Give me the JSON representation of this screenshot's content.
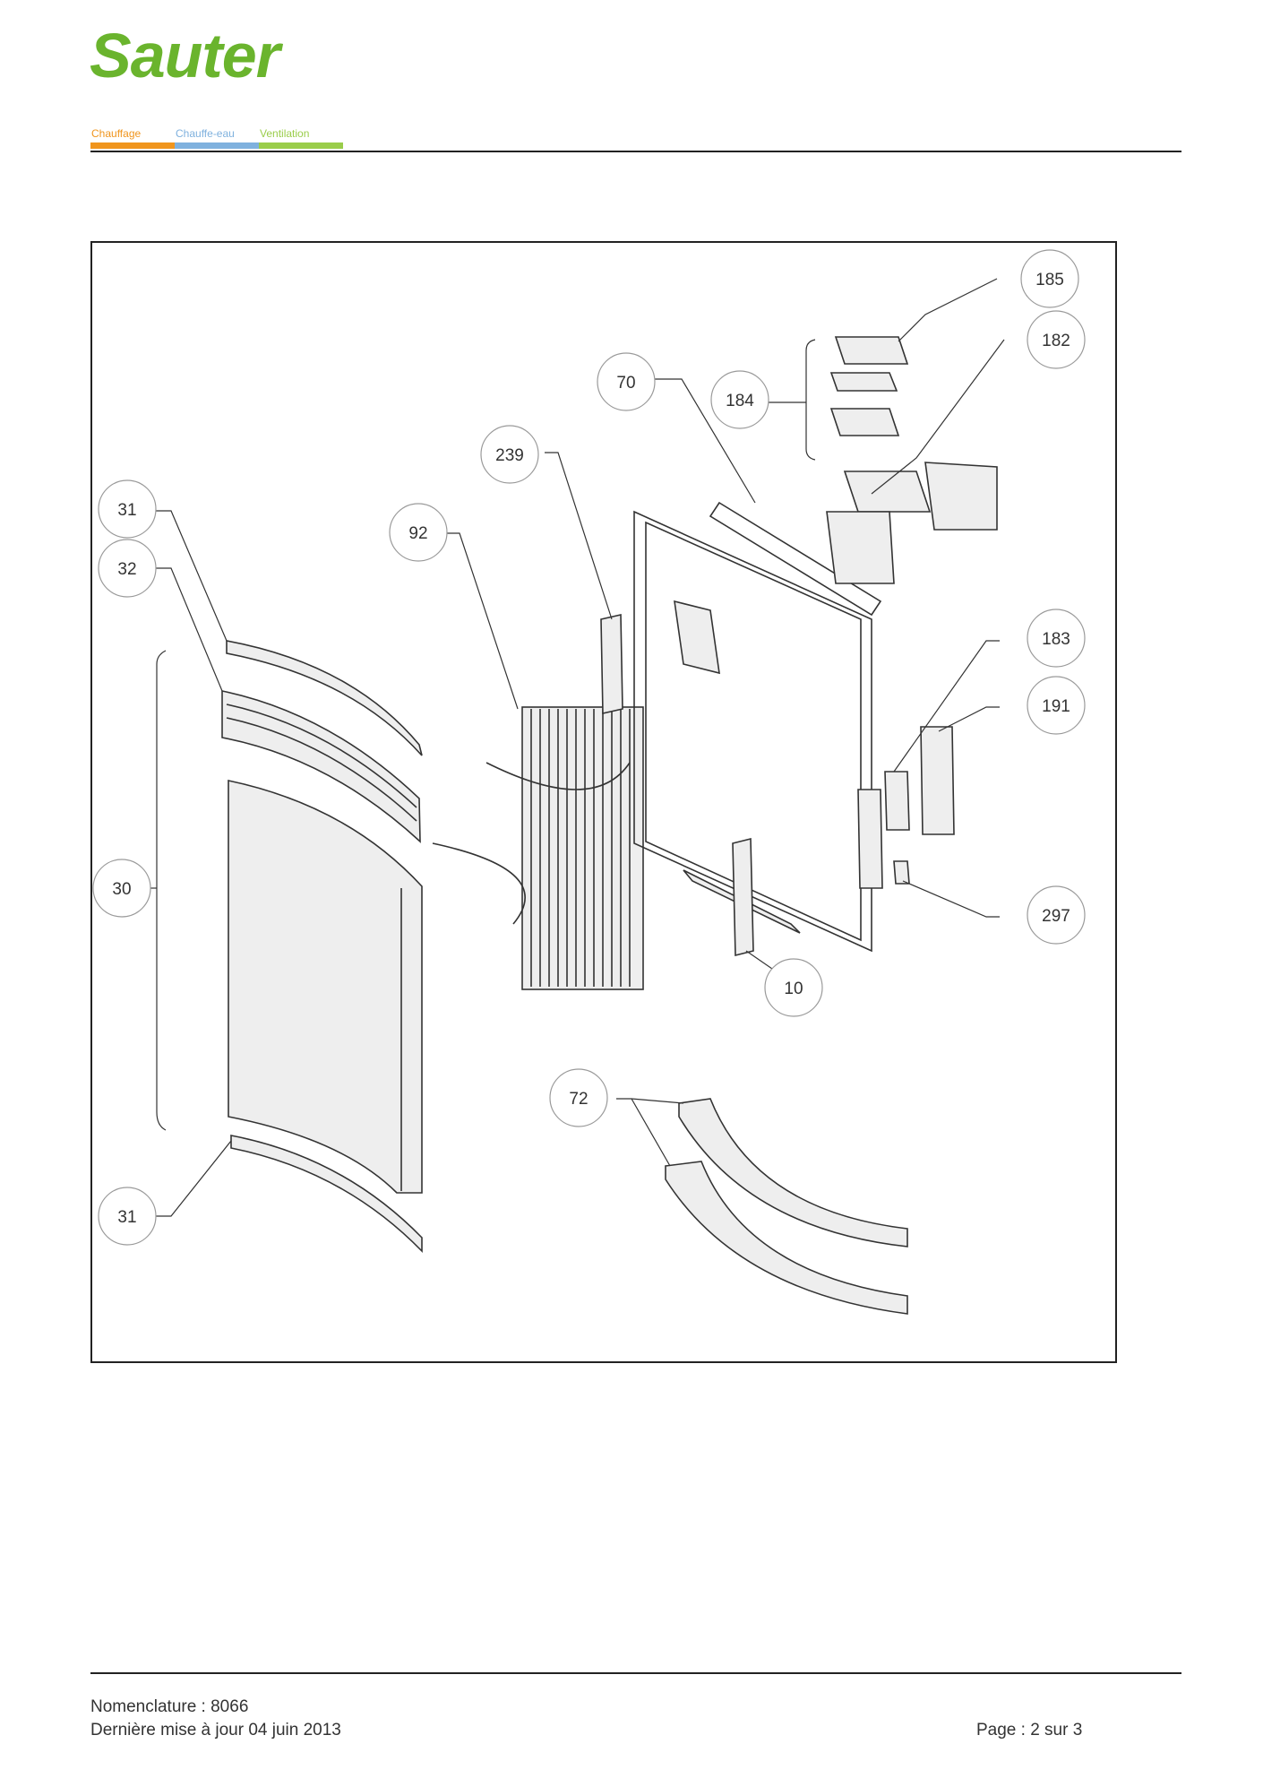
{
  "brand": {
    "name": "Sauter",
    "categories": [
      {
        "label": "Chauffage",
        "color": "#f0951d"
      },
      {
        "label": "Chauffe-eau",
        "color": "#7fb1de"
      },
      {
        "label": "Ventilation",
        "color": "#9acd4a"
      }
    ],
    "logo_color": "#6ab42d"
  },
  "diagram": {
    "callouts": [
      "185",
      "182",
      "70",
      "184",
      "239",
      "31",
      "92",
      "32",
      "183",
      "191",
      "30",
      "297",
      "10",
      "72",
      "31"
    ]
  },
  "footer": {
    "nomenclature": "Nomenclature : 8066",
    "updated": "Dernière mise à jour 04 juin 2013",
    "page": "Page : 2 sur 3"
  }
}
